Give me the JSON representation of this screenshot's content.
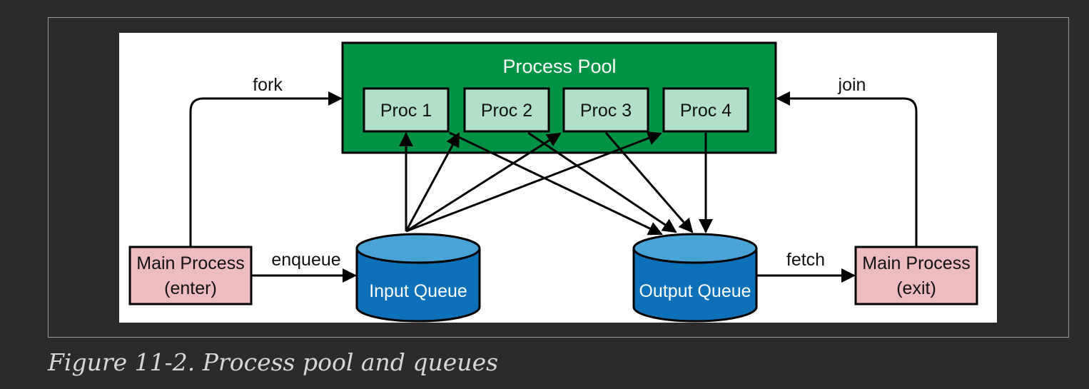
{
  "diagram": {
    "pool_title": "Process Pool",
    "procs": [
      "Proc 1",
      "Proc 2",
      "Proc 3",
      "Proc 4"
    ],
    "main_enter": {
      "line1": "Main Process",
      "line2": "(enter)"
    },
    "main_exit": {
      "line1": "Main Process",
      "line2": "(exit)"
    },
    "input_queue": "Input Queue",
    "output_queue": "Output Queue",
    "edge_labels": {
      "fork": "fork",
      "join": "join",
      "enqueue": "enqueue",
      "fetch": "fetch"
    },
    "colors": {
      "pool_fill": "#009245",
      "proc_fill": "#b3dfc9",
      "main_fill": "#ecbcbf",
      "queue_fill": "#0c71b8",
      "queue_top": "#4aa3d6"
    }
  },
  "caption": "Figure 11-2. Process pool and queues"
}
